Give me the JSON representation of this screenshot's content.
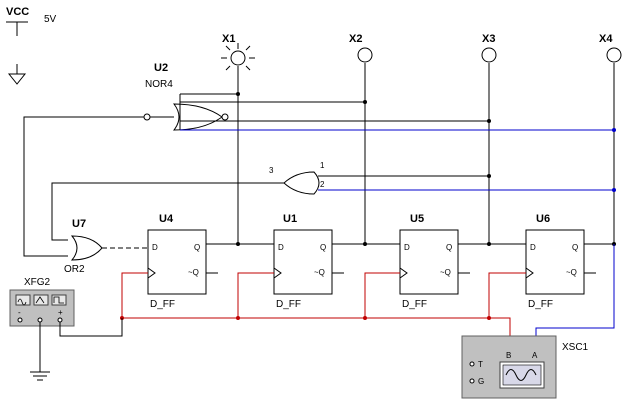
{
  "power": {
    "name": "VCC",
    "value": "5V"
  },
  "probes": [
    {
      "name": "X1",
      "lit": true
    },
    {
      "name": "X2",
      "lit": false
    },
    {
      "name": "X3",
      "lit": false
    },
    {
      "name": "X4",
      "lit": false
    }
  ],
  "nor_gate": {
    "ref": "U2",
    "type": "NOR4"
  },
  "xor_gate": {
    "pin_out": "3",
    "pin_a": "1",
    "pin_b": "2"
  },
  "or_gate": {
    "ref": "U7",
    "type": "OR2"
  },
  "flip_flops": [
    {
      "ref": "U4",
      "type": "D_FF",
      "pin_d": "D",
      "pin_q": "Q",
      "pin_qn": "~Q"
    },
    {
      "ref": "U1",
      "type": "D_FF",
      "pin_d": "D",
      "pin_q": "Q",
      "pin_qn": "~Q"
    },
    {
      "ref": "U5",
      "type": "D_FF",
      "pin_d": "D",
      "pin_q": "Q",
      "pin_qn": "~Q"
    },
    {
      "ref": "U6",
      "type": "D_FF",
      "pin_d": "D",
      "pin_q": "Q",
      "pin_qn": "~Q"
    }
  ],
  "function_generator": {
    "ref": "XFG2",
    "pin_minus": "-",
    "pin_plus": "+"
  },
  "oscilloscope": {
    "ref": "XSC1",
    "pin_a": "A",
    "pin_b": "B",
    "pin_t": "T",
    "pin_g": "G"
  },
  "colors": {
    "clock_wire": "#c00000",
    "probe_wire": "#0000cc",
    "wire": "#000000"
  }
}
